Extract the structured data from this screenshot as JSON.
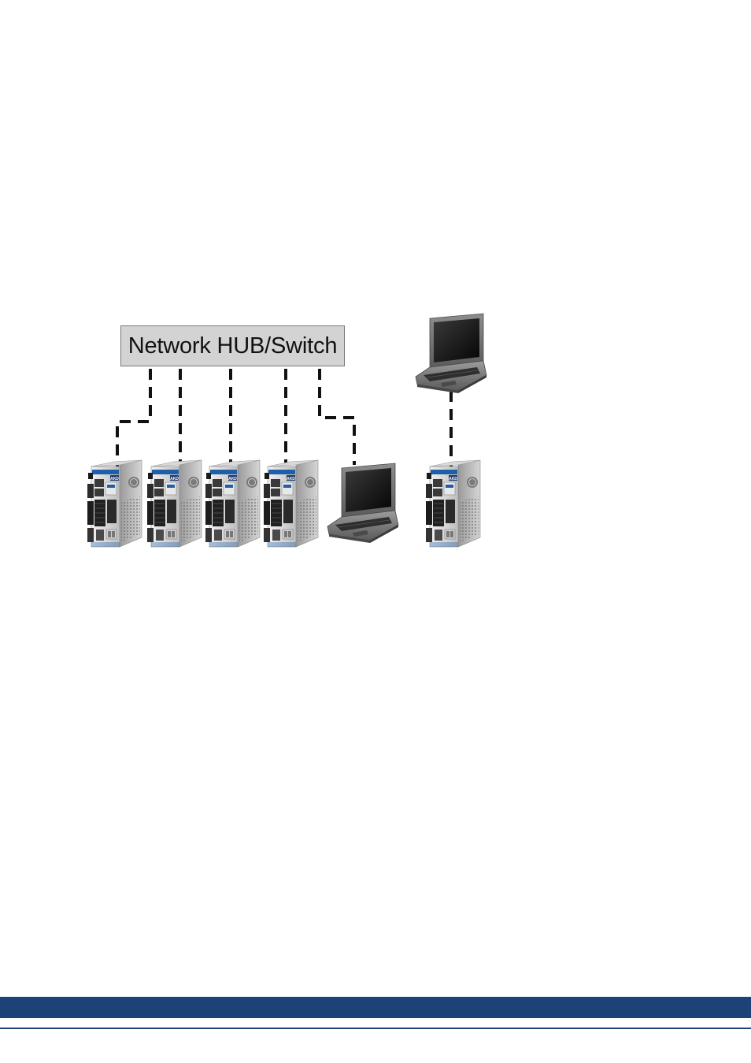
{
  "hub": {
    "label": "Network HUB/Switch"
  },
  "drives": [
    {
      "id": "drive-1"
    },
    {
      "id": "drive-2"
    },
    {
      "id": "drive-3"
    },
    {
      "id": "drive-4"
    },
    {
      "id": "drive-5"
    }
  ],
  "laptops": [
    {
      "id": "laptop-hub"
    },
    {
      "id": "laptop-direct"
    }
  ],
  "drive_badge": "AKD",
  "colors": {
    "footer_bar": "#1d4278",
    "footer_line": "#1d4278",
    "hub_fill": "#d3d3d3",
    "drive_accent": "#1e5fa8"
  }
}
